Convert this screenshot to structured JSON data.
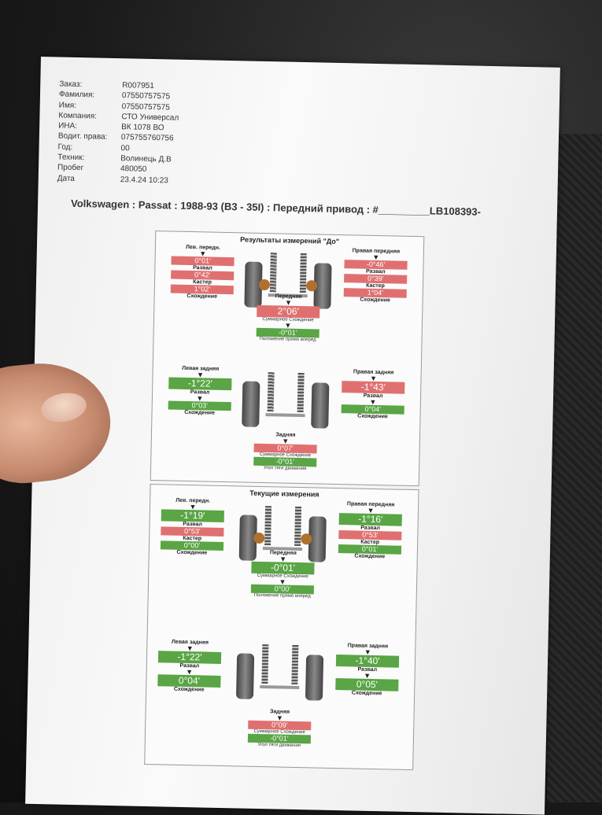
{
  "header": {
    "fields": [
      {
        "k": "Заказ:",
        "v": "R007951"
      },
      {
        "k": "Фамилия:",
        "v": "07550757575"
      },
      {
        "k": "Имя:",
        "v": "07550757575"
      },
      {
        "k": "Компания:",
        "v": "СТО Универсал"
      },
      {
        "k": "ИНА:",
        "v": "ВК 1078 ВО"
      },
      {
        "k": "Водит. права:",
        "v": "075755760756"
      },
      {
        "k": "Год:",
        "v": "00"
      },
      {
        "k": "Техник:",
        "v": "Волинець Д.В"
      },
      {
        "k": "Пробег",
        "v": "480050"
      },
      {
        "k": "Дата",
        "v": "23.4.24 10:23"
      }
    ]
  },
  "vehicle_line": "Volkswagen : Passat : 1988-93 (B3 - 35I) : Передний привод : #_________LB108393-",
  "before": {
    "title": "Результаты измерений \"До\"",
    "front_left": {
      "label": "Лев. передн.",
      "camber": "0°01'",
      "caster": "0°42'",
      "toe": "1°02'"
    },
    "front_right": {
      "label": "Правая передняя",
      "camber": "-0°46'",
      "caster": "0°39'",
      "toe": "1°04'"
    },
    "front": {
      "label": "Передняя",
      "total_toe": "2°06'",
      "total_toe_label": "Суммарное Схождение",
      "setback": "-0°01'",
      "setback_label": "Положение прямо вперед"
    },
    "rear_left": {
      "label": "Левая задняя",
      "camber": "-1°22'",
      "toe": "0°03'"
    },
    "rear_right": {
      "label": "Правая задняя",
      "camber": "-1°43'",
      "toe": "0°04'"
    },
    "rear": {
      "label": "Задняя",
      "total_toe": "0°07'",
      "total_toe_label": "Суммарное Схождение",
      "thrust": "-0°01'",
      "thrust_label": "Угол тяги движения"
    }
  },
  "current": {
    "title": "Текущие измерения",
    "front_left": {
      "label": "Лев. передн.",
      "camber": "-1°19'",
      "caster": "0°53'",
      "toe": "0°00'"
    },
    "front_right": {
      "label": "Правая передняя",
      "camber": "-1°16'",
      "caster": "0°53'",
      "toe": "0°01'"
    },
    "front": {
      "label": "Передняя",
      "total_toe": "-0°01'",
      "total_toe_label": "Суммарное Схождение",
      "setback": "0°00'",
      "setback_label": "Положение прямо вперед"
    },
    "rear_left": {
      "label": "Левая задняя",
      "camber": "-1°22'",
      "toe": "0°04'"
    },
    "rear_right": {
      "label": "Правая задняя",
      "camber": "-1°40'",
      "toe": "0°05'"
    },
    "rear": {
      "label": "Задняя",
      "total_toe": "0°09'",
      "total_toe_label": "Суммарное Схождение",
      "thrust": "-0°01'",
      "thrust_label": "Угол тяги движения"
    }
  },
  "labels": {
    "camber": "Развал",
    "caster": "Кастер",
    "toe": "Схождение"
  },
  "colors": {
    "ok": "#5aa545",
    "bad": "#e07070"
  }
}
